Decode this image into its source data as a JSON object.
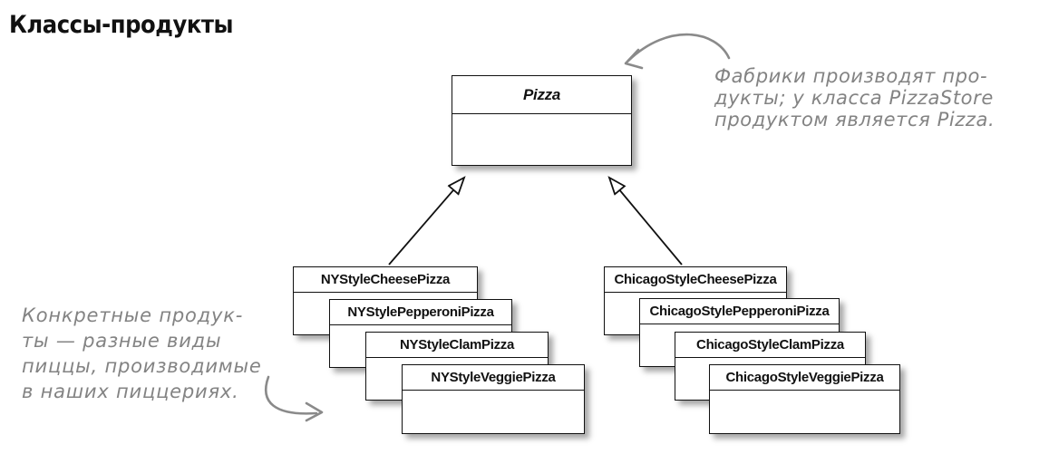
{
  "page": {
    "title": "Классы-продукты"
  },
  "pizza_class": {
    "name": "Pizza"
  },
  "ny_classes": [
    {
      "name": "NYStyleCheesePizza"
    },
    {
      "name": "NYStylePepperoniPizza"
    },
    {
      "name": "NYStyleClamPizza"
    },
    {
      "name": "NYStyleVeggiePizza"
    }
  ],
  "chicago_classes": [
    {
      "name": "ChicagoStyleCheesePizza"
    },
    {
      "name": "ChicagoStylePepperoniPizza"
    },
    {
      "name": "ChicagoStyleClamPizza"
    },
    {
      "name": "ChicagoStyleVeggiePizza"
    }
  ],
  "annotations": {
    "factory_note": {
      "lines": [
        "Фабрики производят про-",
        "дукты; у класса PizzaStore",
        "продуктом является Pizza."
      ]
    },
    "products_note": {
      "lines": [
        "Конкретные продук-",
        "ты — разные виды",
        "пиццы, производимые",
        "в наших пиццериях."
      ]
    }
  },
  "colors": {
    "ink": "#111111",
    "annotation_gray": "#8a8a8a"
  }
}
